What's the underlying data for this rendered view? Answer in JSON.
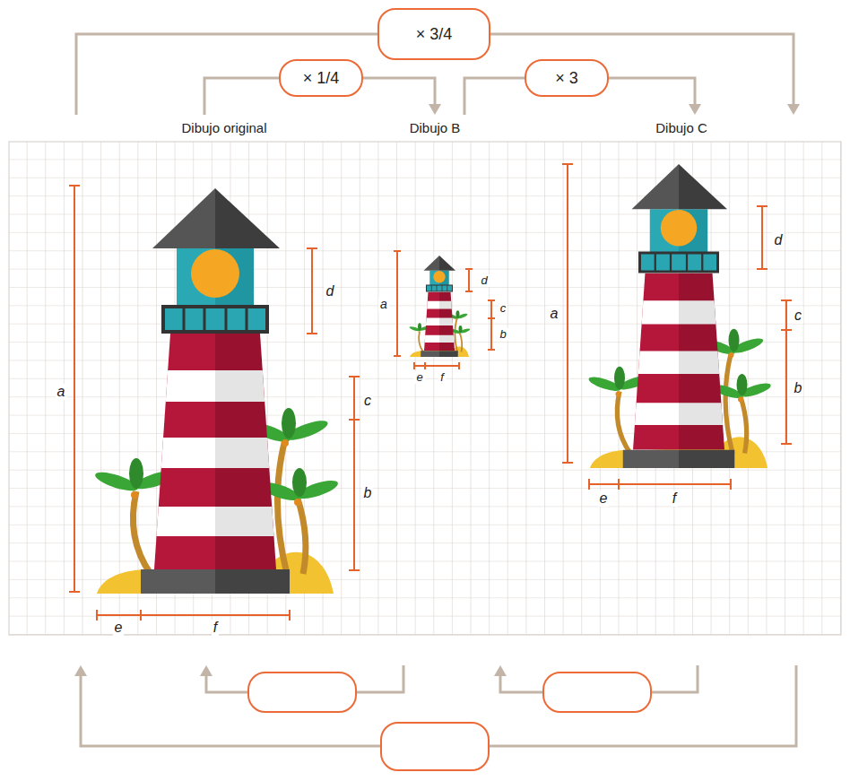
{
  "diagram": {
    "nodes": [
      {
        "text": [
          "Dibujo original"
        ]
      },
      {
        "text": [
          "Dibujo B"
        ]
      },
      {
        "text": [
          "Dibujo C"
        ]
      }
    ],
    "edges": [
      {
        "from": 0,
        "to": 2,
        "arrow": "to",
        "label": "× 3/4"
      },
      {
        "from": 0,
        "to": 1,
        "arrow": "to",
        "label": "× 1/4"
      },
      {
        "from": 1,
        "to": 2,
        "arrow": "to",
        "label": "× 3"
      },
      {
        "from": 1,
        "to": 0,
        "arrow": "to"
      },
      {
        "from": 2,
        "to": 1,
        "arrow": "to"
      },
      {
        "from": 2,
        "to": 0,
        "arrow": "to"
      }
    ],
    "labels": [
      "a",
      "d",
      "c",
      "b",
      "e",
      "f",
      "a",
      "d",
      "c",
      "b",
      "e",
      "f",
      "a",
      "d",
      "c",
      "b",
      "e",
      "f"
    ]
  }
}
